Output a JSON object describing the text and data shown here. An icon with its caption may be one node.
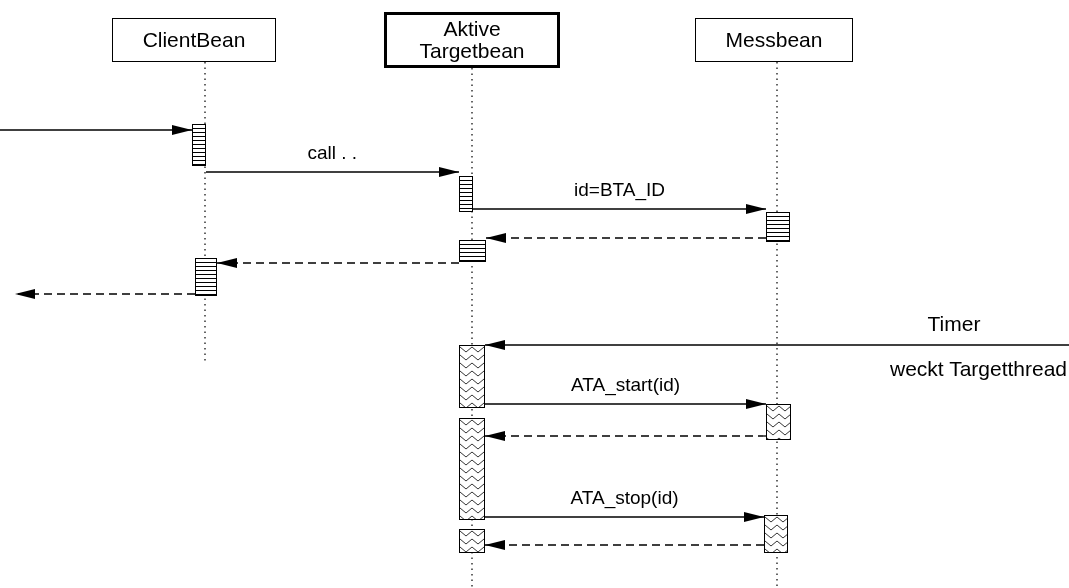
{
  "diagram": {
    "nodes": [
      {
        "text": [
          "ClientBean"
        ]
      },
      {
        "text": [
          "Aktive Targetbean"
        ]
      },
      {
        "text": [
          "Messbean"
        ]
      },
      {
        "text": [],
        "shape": "bar"
      },
      {
        "text": [],
        "shape": "bar"
      },
      {
        "text": [],
        "shape": "bar"
      },
      {
        "text": [],
        "shape": "bar"
      },
      {
        "text": [],
        "shape": "bar"
      },
      {
        "text": [],
        "shape": "bar"
      },
      {
        "text": [],
        "shape": "bar"
      },
      {
        "text": [],
        "shape": "bar"
      },
      {
        "text": [],
        "shape": "bar"
      },
      {
        "text": [],
        "shape": "bar"
      }
    ],
    "edges": [
      {
        "from": null,
        "to": 3,
        "arrow": "to"
      },
      {
        "from": 3,
        "to": 4,
        "arrow": "to",
        "label": "call . ."
      },
      {
        "from": 4,
        "to": 5,
        "arrow": "to",
        "label": "id=BTA_ID"
      },
      {
        "from": 5,
        "to": 6,
        "arrow": "to",
        "style": "dashed"
      },
      {
        "from": 6,
        "to": 7,
        "arrow": "to",
        "style": "dashed"
      },
      {
        "from": 7,
        "to": null,
        "arrow": "to",
        "style": "dashed"
      },
      {
        "from": null,
        "to": 8,
        "arrow": "to",
        "label": "Timer"
      },
      {
        "from": 8,
        "to": 9,
        "arrow": "to",
        "label": "ATA_start(id)"
      },
      {
        "from": 9,
        "to": 10,
        "arrow": "to",
        "style": "dashed"
      },
      {
        "from": 10,
        "to": 11,
        "arrow": "to",
        "label": "ATA_stop(id)"
      },
      {
        "from": 11,
        "to": 12,
        "arrow": "to",
        "style": "dashed"
      }
    ],
    "labels": [
      "weckt Targetthread"
    ]
  }
}
